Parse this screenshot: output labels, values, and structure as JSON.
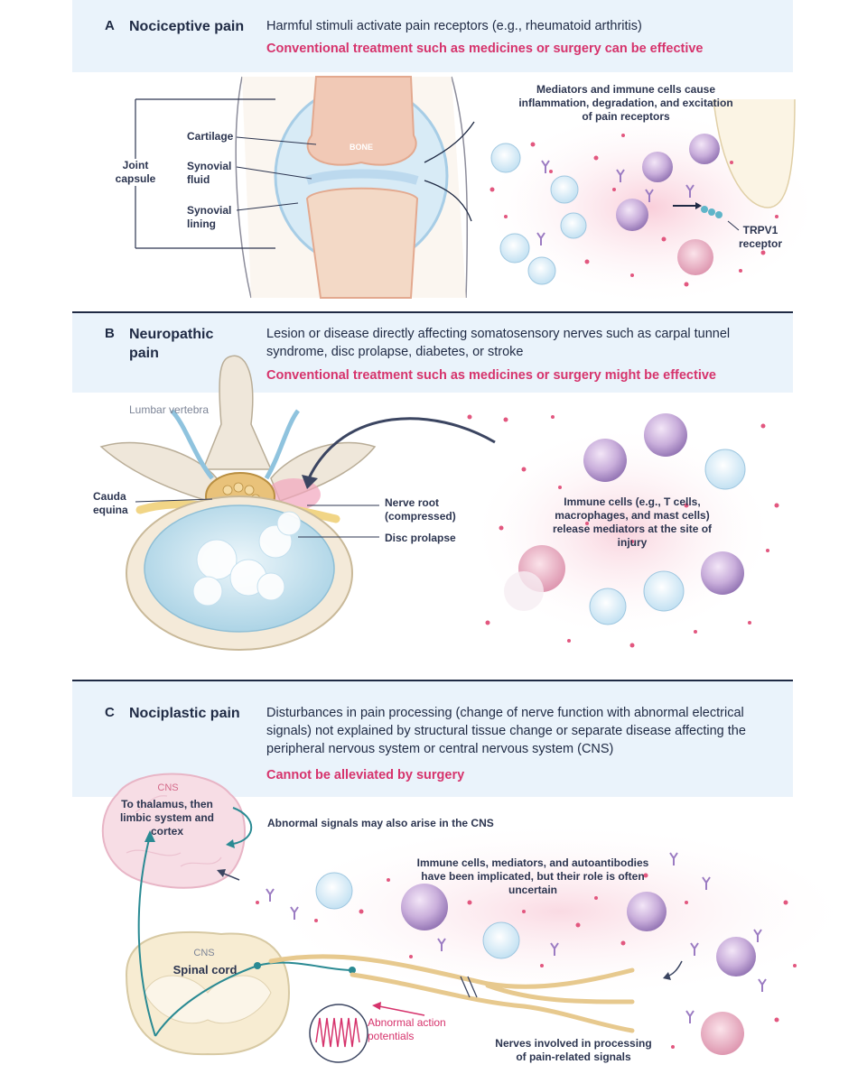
{
  "panels": {
    "a": {
      "letter": "A",
      "title": "Nociceptive pain",
      "description": "Harmful stimuli activate pain receptors (e.g., rheumatoid arthritis)",
      "treatment": "Conventional treatment such as medicines or surgery can be effective",
      "labels": {
        "joint_capsule": "Joint capsule",
        "cartilage": "Cartilage",
        "synovial_fluid": "Synovial fluid",
        "synovial_lining": "Synovial lining",
        "bone": "BONE",
        "mediators": "Mediators and immune cells cause inflammation, degradation, and excitation of pain receptors",
        "trpv1": "TRPV1 receptor"
      }
    },
    "b": {
      "letter": "B",
      "title": "Neuropathic pain",
      "description": "Lesion or disease directly affecting somatosensory nerves such as carpal tunnel syndrome, disc prolapse, diabetes, or stroke",
      "treatment": "Conventional treatment such as medicines or surgery might be effective",
      "labels": {
        "lumbar_vertebra": "Lumbar vertebra",
        "cauda_equina": "Cauda equina",
        "nerve_root": "Nerve root (compressed)",
        "disc_prolapse": "Disc prolapse",
        "immune_cells": "Immune cells (e.g., T cells, macrophages, and mast cells) release mediators at the site of injury"
      }
    },
    "c": {
      "letter": "C",
      "title": "Nociplastic pain",
      "description": "Disturbances in pain processing (change of nerve function with abnormal electrical signals) not explained by structural tissue change or separate disease affecting the peripheral nervous system or central nervous system (CNS)",
      "treatment": "Cannot be alleviated by surgery",
      "labels": {
        "cns_brain": "CNS",
        "thalamus": "To thalamus, then limbic system and cortex",
        "abnormal_signals": "Abnormal signals may also arise in the CNS",
        "immune_mediators": "Immune cells, mediators, and autoantibodies have been implicated, but their role is often uncertain",
        "cns_spinal": "CNS",
        "spinal_cord": "Spinal cord",
        "action_potentials": "Abnormal action potentials",
        "nerves_involved": "Nerves involved in processing of pain-related signals"
      }
    }
  },
  "colors": {
    "accent_pink": "#d6336c",
    "navy": "#1f2a44",
    "band": "#eaf3fb",
    "teal": "#2a8a93"
  }
}
